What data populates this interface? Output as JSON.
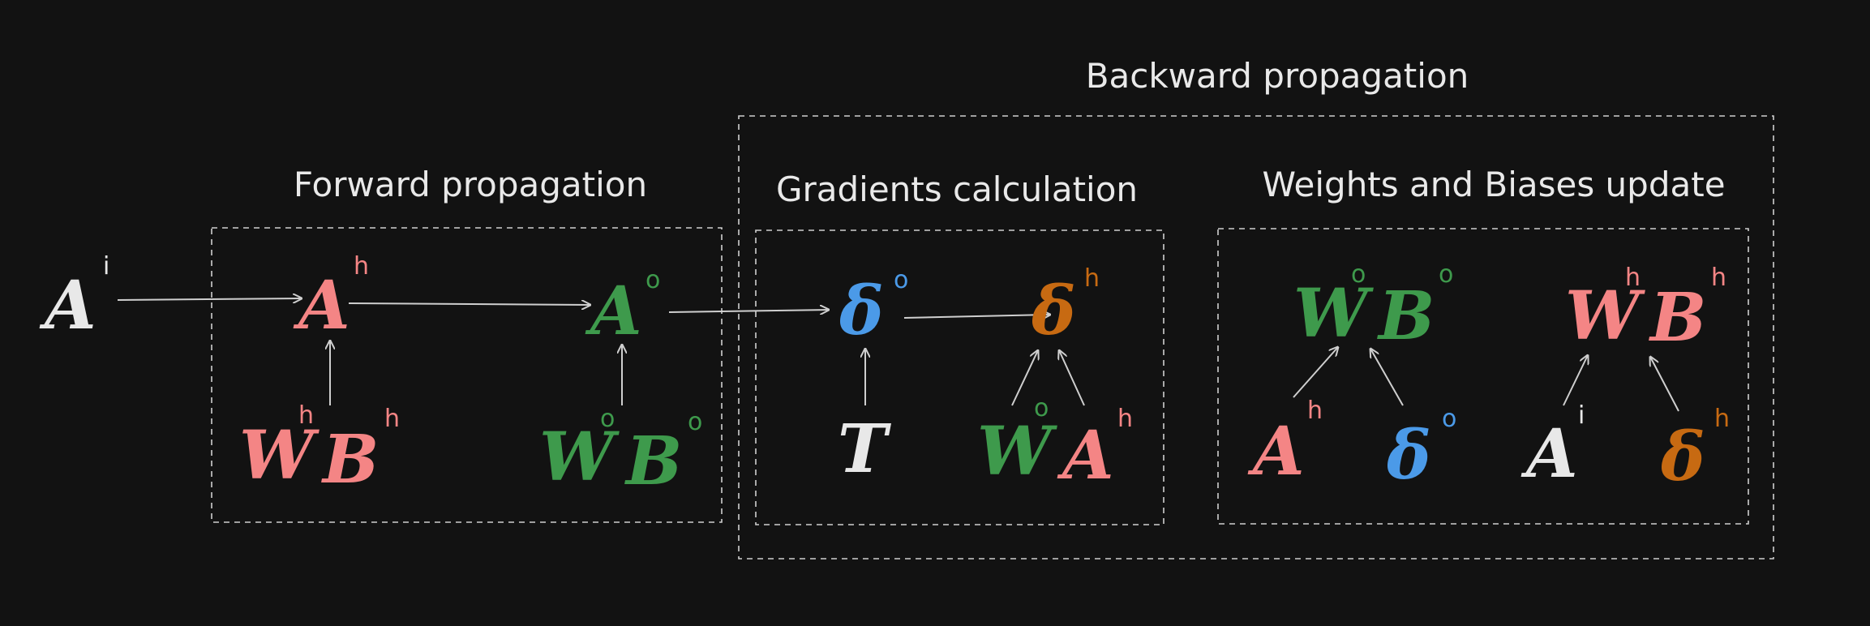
{
  "titles": {
    "backward": "Backward propagation",
    "forward": "Forward propagation",
    "gradients": "Gradients calculation",
    "update": "Weights and Biases update"
  },
  "colors": {
    "white": "#e8e8e8",
    "red": "#f48585",
    "green": "#3e9a4c",
    "blue": "#4b9ae8",
    "orange": "#c76a12",
    "line": "#cfcfcf",
    "background": "#121212"
  },
  "symbols": {
    "a_input": {
      "base": "A",
      "sup": "i"
    },
    "a_hidden": {
      "base": "A",
      "sup": "h"
    },
    "a_output": {
      "base": "A",
      "sup": "o"
    },
    "w_hidden_fwd": {
      "base": "W",
      "sup": "h"
    },
    "b_hidden_fwd": {
      "base": "B",
      "sup": "h"
    },
    "w_output_fwd": {
      "base": "W",
      "sup": "o"
    },
    "b_output_fwd": {
      "base": "B",
      "sup": "o"
    },
    "delta_output": {
      "base": "δ",
      "sup": "o"
    },
    "delta_hidden": {
      "base": "δ",
      "sup": "h"
    },
    "target": {
      "base": "T",
      "sup": ""
    },
    "w_output_grad": {
      "base": "W",
      "sup": "o"
    },
    "a_hidden_grad": {
      "base": "A",
      "sup": "h"
    },
    "w_output_upd": {
      "base": "W",
      "sup": "o"
    },
    "b_output_upd": {
      "base": "B",
      "sup": "o"
    },
    "w_hidden_upd": {
      "base": "W",
      "sup": "h"
    },
    "b_hidden_upd": {
      "base": "B",
      "sup": "h"
    },
    "a_hidden_upd": {
      "base": "A",
      "sup": "h"
    },
    "delta_output_upd": {
      "base": "δ",
      "sup": "o"
    },
    "a_input_upd": {
      "base": "A",
      "sup": "i"
    },
    "delta_hidden_upd": {
      "base": "δ",
      "sup": "h"
    }
  }
}
